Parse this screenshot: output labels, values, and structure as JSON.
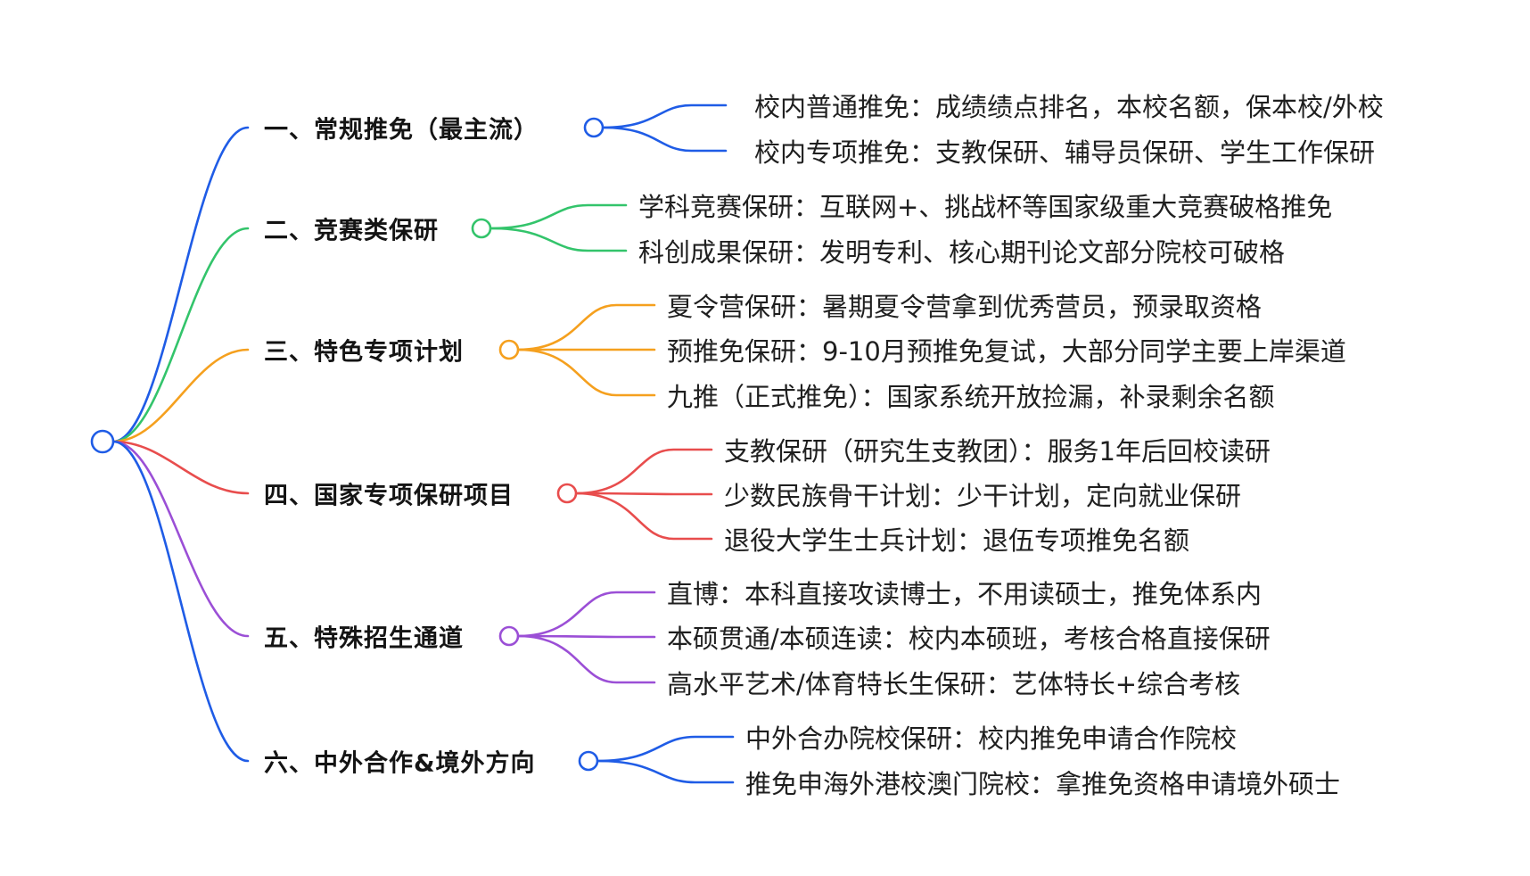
{
  "mindmap": {
    "branches": [
      {
        "label": "一、常规推免（最主流）",
        "color": "#1f5ce6",
        "leaves": [
          "校内普通推免：成绩绩点排名，本校名额，保本校/外校",
          "校内专项推免：支教保研、辅导员保研、学生工作保研"
        ]
      },
      {
        "label": "二、竞赛类保研",
        "color": "#33c46b",
        "leaves": [
          "学科竞赛保研：互联网+、挑战杯等国家级重大竞赛破格推免",
          "科创成果保研：发明专利、核心期刊论文部分院校可破格"
        ]
      },
      {
        "label": "三、特色专项计划",
        "color": "#f5a01e",
        "leaves": [
          "夏令营保研：暑期夏令营拿到优秀营员，预录取资格",
          "预推免保研：9-10月预推免复试，大部分同学主要上岸渠道",
          "九推（正式推免）：国家系统开放捡漏，补录剩余名额"
        ]
      },
      {
        "label": "四、国家专项保研项目",
        "color": "#e84d4d",
        "leaves": [
          "支教保研（研究生支教团）：服务1年后回校读研",
          "少数民族骨干计划：少干计划，定向就业保研",
          "退役大学生士兵计划：退伍专项推免名额"
        ]
      },
      {
        "label": "五、特殊招生通道",
        "color": "#9b4fd6",
        "leaves": [
          "直博：本科直接攻读博士，不用读硕士，推免体系内",
          "本硕贯通/本硕连读：校内本硕班，考核合格直接保研",
          "高水平艺术/体育特长生保研：艺体特长+综合考核"
        ]
      },
      {
        "label": "六、中外合作&境外方向",
        "color": "#1f5ce6",
        "leaves": [
          "中外合办院校保研：校内推免申请合作院校",
          "推免申海外港校澳门院校：拿推免资格申请境外硕士"
        ]
      }
    ],
    "root_color": "#1f5ce6"
  }
}
